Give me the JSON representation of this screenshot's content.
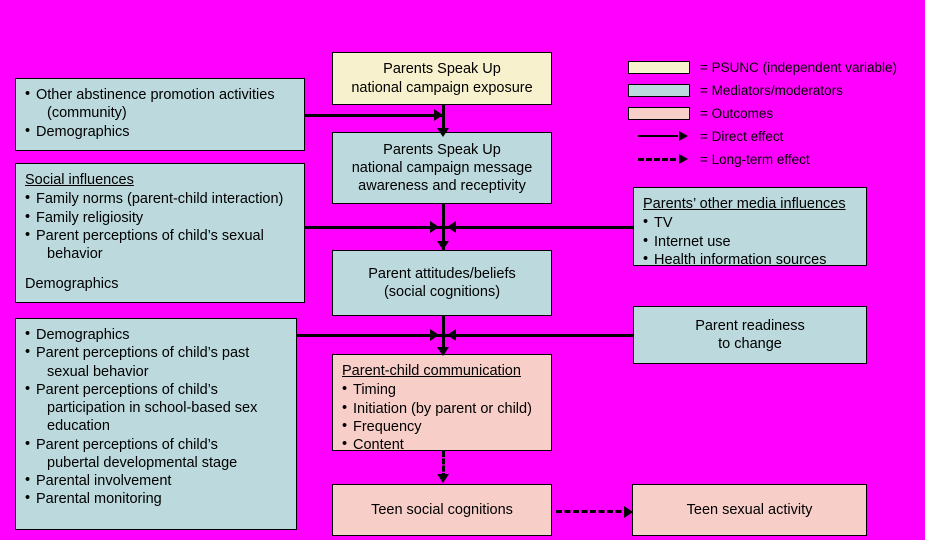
{
  "background_color": "#FF00FF",
  "colors": {
    "psunc": "#F7F2CD",
    "mediator": "#BCD9DD",
    "outcome": "#F7CFC8",
    "line": "#000000"
  },
  "boxes": {
    "psunc_exposure": {
      "title_line1": "Parents Speak Up",
      "title_line2": "national campaign exposure"
    },
    "psunc_awareness": {
      "line1": "Parents Speak Up",
      "line2": "national campaign message",
      "line3": "awareness and receptivity"
    },
    "parent_attitudes": {
      "line1": "Parent attitudes/beliefs",
      "line2": "(social cognitions)"
    },
    "parent_child_communication": {
      "heading": "Parent-child communication",
      "items": [
        "Timing",
        "Initiation (by parent or child)",
        "Frequency",
        "Content"
      ]
    },
    "teen_social_cognitions": {
      "label": "Teen social cognitions"
    },
    "teen_sexual_activity": {
      "label": "Teen sexual activity"
    },
    "other_abstinence": {
      "items": [
        "Other abstinence promotion activities",
        "Demographics"
      ],
      "item1_cont": "(community)"
    },
    "social_influences": {
      "heading": "Social influences",
      "items": [
        "Family norms (parent-child interaction)",
        "Family religiosity",
        "Parent perceptions of child’s sexual"
      ],
      "item3_cont": "behavior",
      "footer": "Demographics"
    },
    "parent_perceptions": {
      "items": [
        "Demographics",
        "Parent perceptions of child’s past",
        "Parent perceptions of child’s",
        "Parent perceptions of child’s",
        "Parental involvement",
        "Parental monitoring"
      ],
      "cont": {
        "past_sexual": "sexual behavior",
        "participation1": "participation in school-based sex",
        "participation2": "education",
        "pubertal": "pubertal developmental stage"
      }
    },
    "media_influences": {
      "heading": "Parents’ other media influences",
      "items": [
        "TV",
        "Internet use",
        "Health information sources"
      ]
    },
    "parent_readiness": {
      "line1": "Parent readiness",
      "line2": "to change"
    }
  },
  "legend": {
    "items": [
      {
        "type": "swatch",
        "color": "#F7F2CD",
        "label": "= PSUNC (independent variable)"
      },
      {
        "type": "swatch",
        "color": "#BCD9DD",
        "label": "= Mediators/moderators"
      },
      {
        "type": "swatch",
        "color": "#F7CFC8",
        "label": "= Outcomes"
      },
      {
        "type": "arrow-solid",
        "label": "= Direct effect"
      },
      {
        "type": "arrow-dashed",
        "label": "= Long-term effect"
      }
    ]
  }
}
